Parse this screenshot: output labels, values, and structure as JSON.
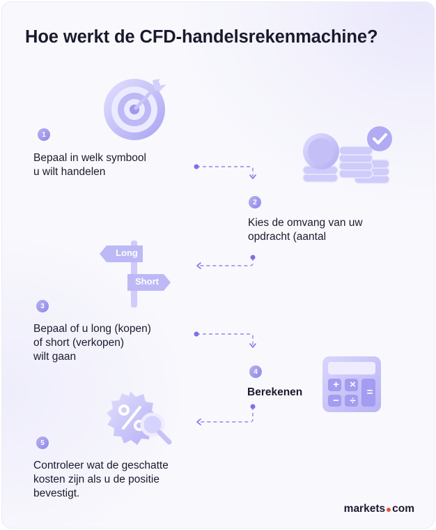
{
  "title": "Hoe werkt de CFD-handelsrekenmachine?",
  "steps": [
    {
      "number": "1",
      "text_lines": [
        "Bepaal in welk symbool",
        "u wilt handelen"
      ]
    },
    {
      "number": "2",
      "text_lines": [
        "Kies de omvang van uw",
        "opdracht (aantal"
      ]
    },
    {
      "number": "3",
      "text_lines": [
        "Bepaal of u long (kopen)",
        "of short (verkopen)",
        "wilt gaan"
      ]
    },
    {
      "number": "4",
      "text_lines": [
        "Berekenen"
      ]
    },
    {
      "number": "5",
      "text_lines": [
        "Controleer wat de geschatte",
        "kosten zijn als u de positie",
        "bevestigt."
      ]
    }
  ],
  "signpost": {
    "long": "Long",
    "short": "Short"
  },
  "calculator_keys": [
    "+",
    "×",
    "=",
    "−",
    "÷"
  ],
  "logo": {
    "left": "markets",
    "right": "com"
  },
  "colors": {
    "accent": "#7b73e4",
    "icon_light": "#d8d6fb",
    "icon_mid": "#bdb8f6",
    "text": "#1a1a2e",
    "logo_dot": "#e6533b"
  },
  "icons": [
    "target-icon",
    "coins-check-icon",
    "signpost-icon",
    "calculator-icon",
    "discount-badge-icon"
  ]
}
